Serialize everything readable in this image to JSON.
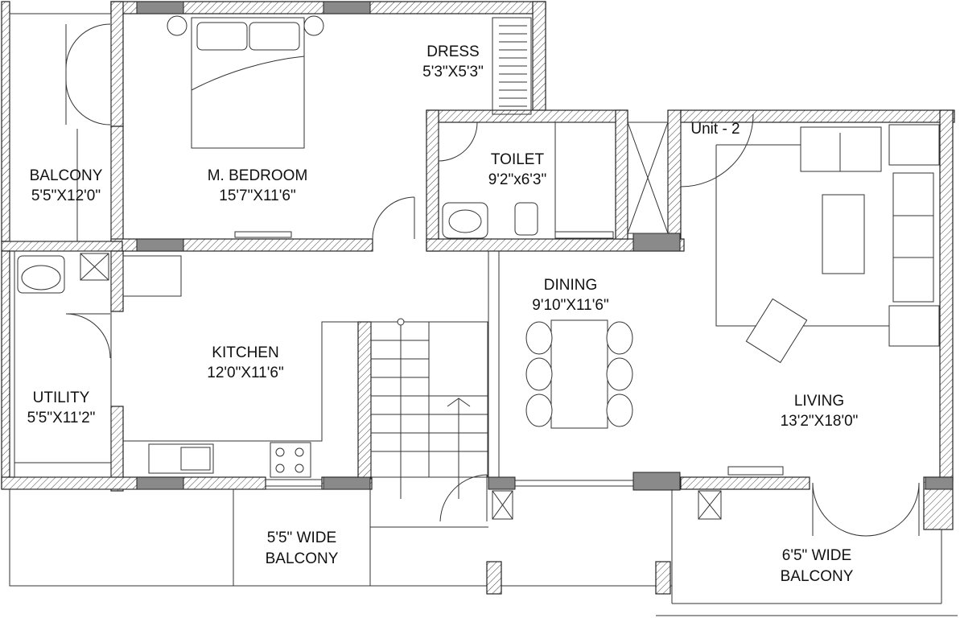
{
  "unit_label": "Unit - 2",
  "rooms": [
    {
      "id": "balcony-left",
      "name": "BALCONY",
      "size": "5'5\"X12'0\""
    },
    {
      "id": "master-bedroom",
      "name": "M. BEDROOM",
      "size": "15'7\"X11'6\""
    },
    {
      "id": "dress",
      "name": "DRESS",
      "size": "5'3\"X5'3\""
    },
    {
      "id": "toilet",
      "name": "TOILET",
      "size": "9'2\"x6'3\""
    },
    {
      "id": "dining",
      "name": "DINING",
      "size": "9'10\"X11'6\""
    },
    {
      "id": "kitchen",
      "name": "KITCHEN",
      "size": "12'0\"X11'6\""
    },
    {
      "id": "utility",
      "name": "UTILITY",
      "size": "5'5\"X11'2\""
    },
    {
      "id": "living",
      "name": "LIVING",
      "size": "13'2\"X18'0\""
    },
    {
      "id": "balcony-front",
      "name": "5'5\" WIDE",
      "size": "BALCONY"
    },
    {
      "id": "balcony-right",
      "name": "6'5\" WIDE",
      "size": "BALCONY"
    }
  ]
}
